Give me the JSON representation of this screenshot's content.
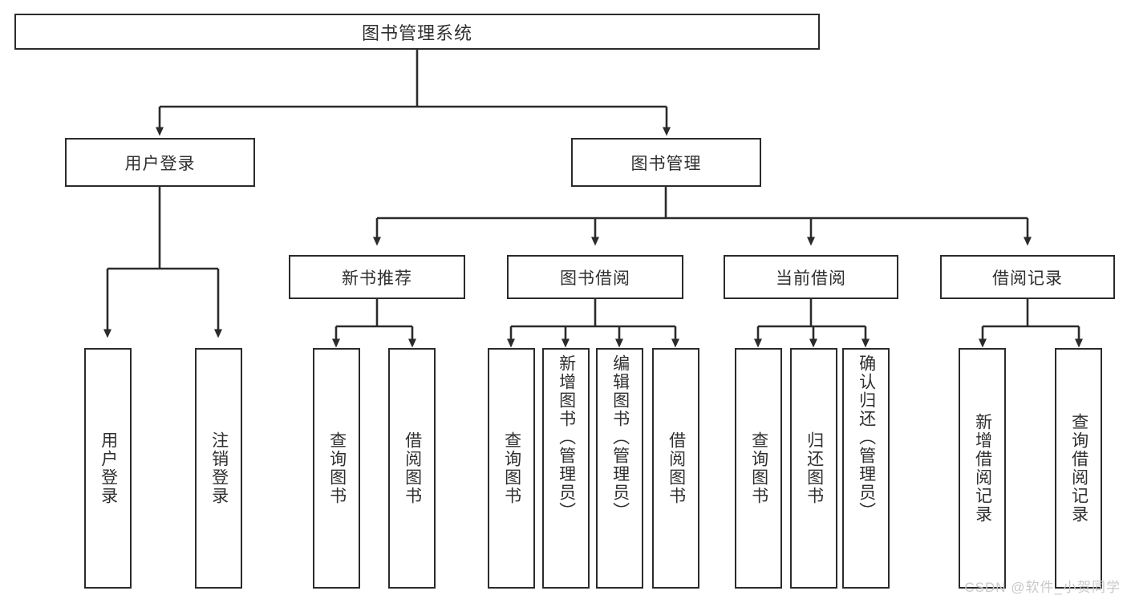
{
  "diagram": {
    "title": "图书管理系统",
    "watermark": "CSDN @软件_小贺同学",
    "colors": {
      "box_border": "#2b2b2b",
      "text": "#2f2f2f",
      "connector": "#2b2b2b",
      "background": "#ffffff",
      "watermark": "#c9c9c9"
    },
    "level1": {
      "label": "图书管理系统"
    },
    "level2": [
      {
        "label": "用户登录"
      },
      {
        "label": "图书管理"
      }
    ],
    "level3": [
      {
        "label": "新书推荐"
      },
      {
        "label": "图书借阅"
      },
      {
        "label": "当前借阅"
      },
      {
        "label": "借阅记录"
      }
    ],
    "leaves": {
      "user_login": [
        {
          "label": "用户登录"
        },
        {
          "label": "注销登录"
        }
      ],
      "new_book_recommend": [
        {
          "label": "查询图书"
        },
        {
          "label": "借阅图书"
        }
      ],
      "book_borrow": [
        {
          "label": "查询图书"
        },
        {
          "label": "新增图书（管理员）"
        },
        {
          "label": "编辑图书（管理员）"
        },
        {
          "label": "借阅图书"
        }
      ],
      "current_borrow": [
        {
          "label": "查询图书"
        },
        {
          "label": "归还图书"
        },
        {
          "label": "确认归还（管理员）"
        }
      ],
      "borrow_record": [
        {
          "label": "新增借阅记录"
        },
        {
          "label": "查询借阅记录"
        }
      ]
    }
  }
}
